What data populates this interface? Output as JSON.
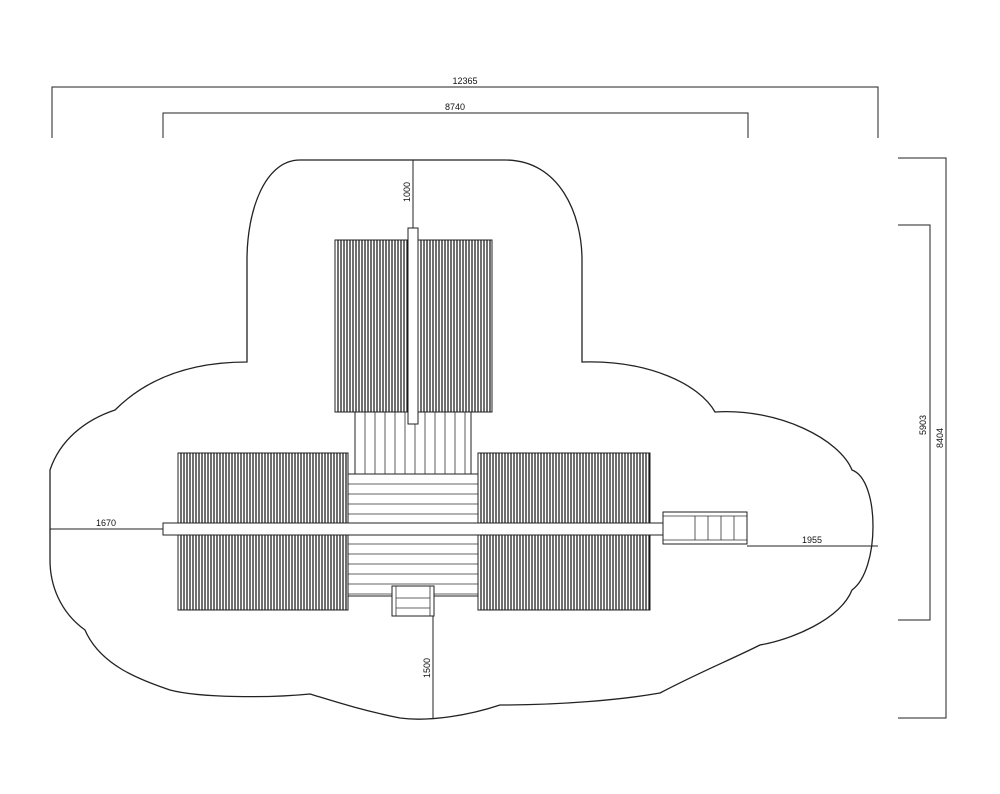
{
  "dimensions": {
    "overall_width": "12365",
    "inner_width": "8740",
    "top_clearance": "1000",
    "left_clearance": "1670",
    "right_clearance": "1955",
    "bottom_clearance": "1500",
    "inner_height": "5903",
    "overall_height": "8404"
  },
  "colors": {
    "line": "#222222",
    "background": "#ffffff"
  }
}
